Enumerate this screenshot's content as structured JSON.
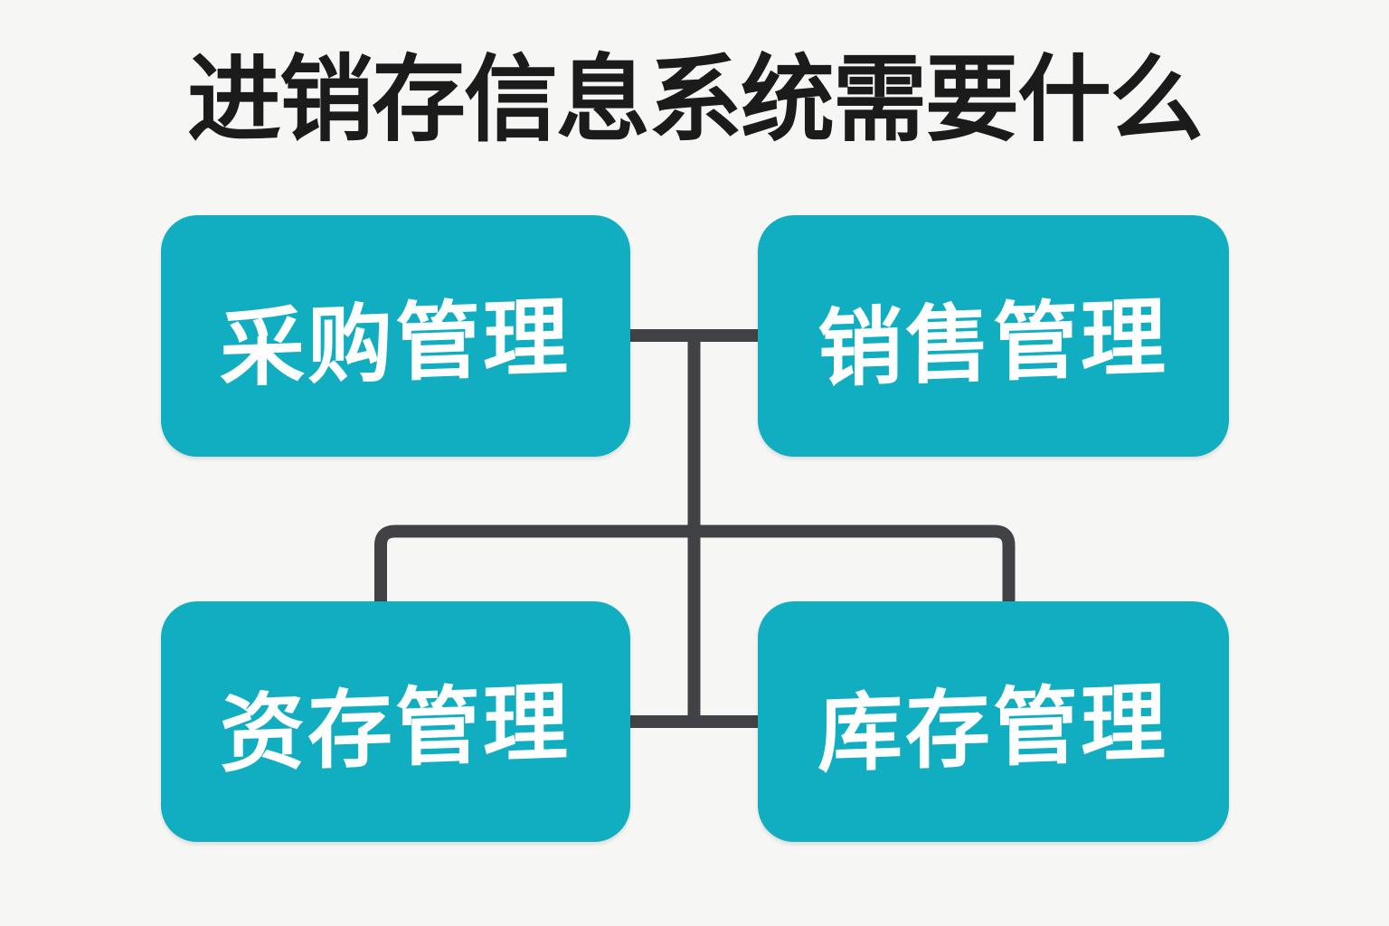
{
  "title": {
    "text": "进销存信息系统需要什么"
  },
  "diagram": {
    "nodes": [
      {
        "id": "purchasing",
        "label": "采购管理",
        "position": "top-left"
      },
      {
        "id": "sales",
        "label": "销售管理",
        "position": "top-right"
      },
      {
        "id": "assets",
        "label": "资存管理",
        "position": "bottom-left"
      },
      {
        "id": "inventory",
        "label": "库存管理",
        "position": "bottom-right"
      }
    ],
    "connections": [
      {
        "from": "purchasing",
        "to": "sales",
        "type": "horizontal-link"
      },
      {
        "from": "assets",
        "to": "inventory",
        "type": "horizontal-link"
      },
      {
        "from": "top-link-midpoint",
        "to": "bottom-link-midpoint",
        "type": "vertical-trunk"
      },
      {
        "from": "trunk",
        "to": "assets",
        "type": "branch-bracket"
      },
      {
        "from": "trunk",
        "to": "inventory",
        "type": "branch-bracket"
      }
    ]
  },
  "colors": {
    "background": "#f6f6f4",
    "node_fill": "#11aec2",
    "node_text": "#ffffff",
    "connector": "#404245",
    "title_text": "#1b1b1b"
  }
}
